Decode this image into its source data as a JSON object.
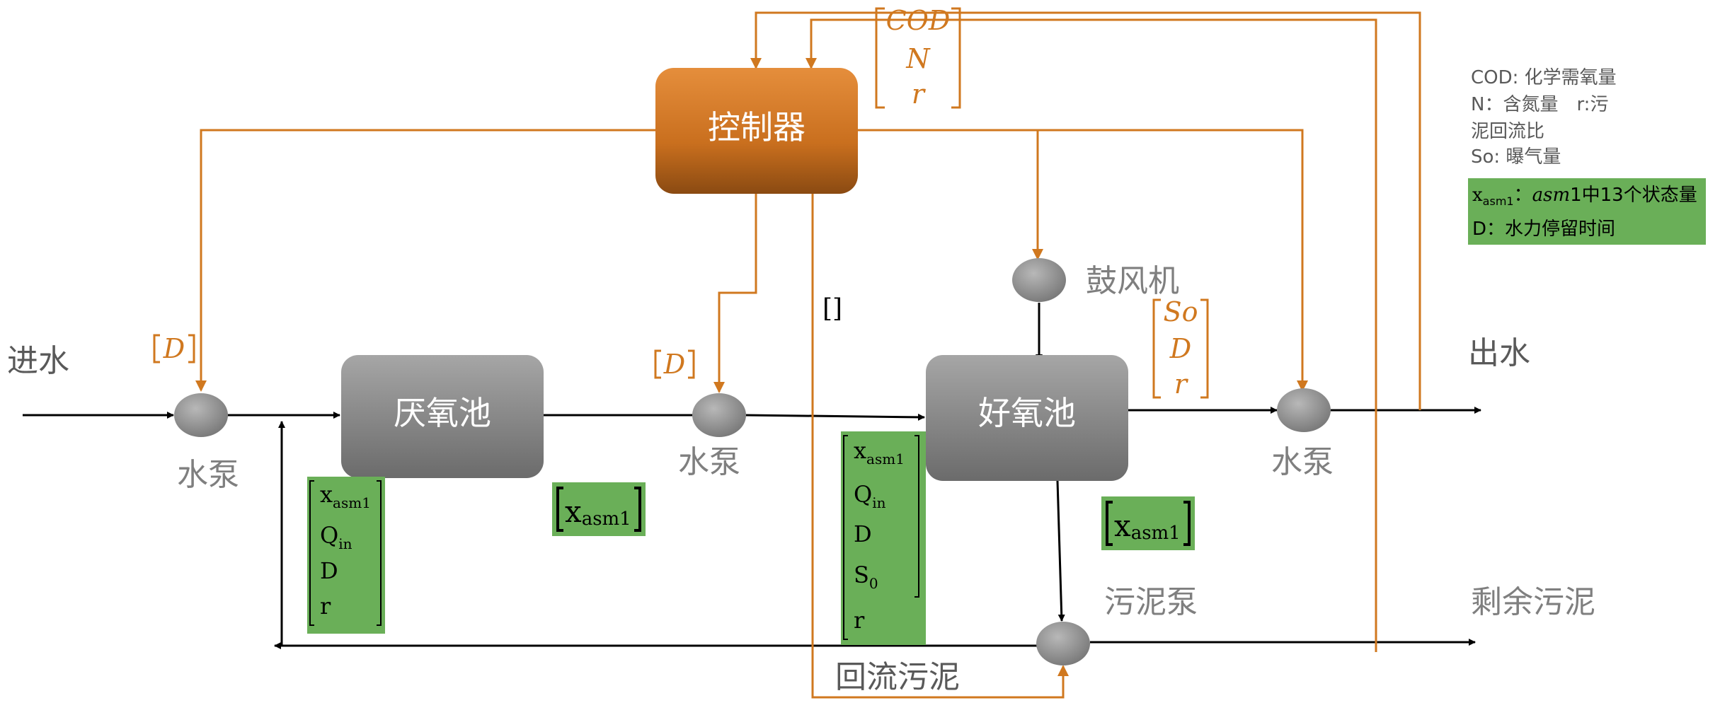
{
  "labels": {
    "inflow": "进水",
    "outflow": "出水",
    "excess_sludge": "剩余污泥",
    "return_sludge": "回流污泥",
    "sludge_pump": "污泥泵",
    "blower": "鼓风机",
    "pump1": "水泵",
    "pump2": "水泵",
    "pump3": "水泵",
    "empty_bracket": "[]"
  },
  "boxes": {
    "controller": "控制器",
    "anaerobic": "厌氧池",
    "aerobic": "好氧池"
  },
  "orange_vectors": {
    "feedback": [
      "COD",
      "N",
      "r"
    ],
    "pump1_input": "D",
    "pump2_input": "D",
    "aerobic_input": [
      "So",
      "D",
      "r"
    ]
  },
  "green_vectors": {
    "anaerobic_in": {
      "x": "x",
      "x_sub": "asm1",
      "q": "Q",
      "q_sub": "in",
      "d": "D",
      "r": "r"
    },
    "anaerobic_out": {
      "x": "x",
      "x_sub": "asm1"
    },
    "aerobic_in": {
      "x": "x",
      "x_sub": "asm1",
      "q": "Q",
      "q_sub": "in",
      "d": "D",
      "s": "S",
      "s_sub": "0",
      "r": "r"
    },
    "aerobic_out": {
      "x": "x",
      "x_sub": "asm1"
    }
  },
  "legend": {
    "line1": "COD: 化学需氧量",
    "line2": "N：含氮量　r:污",
    "line3": "泥回流比",
    "line4": "So: 曝气量",
    "green1_x": "x",
    "green1_sub": "asm1",
    "green1_sep": "：",
    "green1_asm": "asm",
    "green1_rest": "1中13个状态量",
    "green2": "D：水力停留时间"
  },
  "colors": {
    "orange": "#d0781f",
    "green": "#6aaf58",
    "gray_box": "#8c8c8c",
    "controller_top": "#e08c3a",
    "controller_bottom": "#8a4a12"
  }
}
